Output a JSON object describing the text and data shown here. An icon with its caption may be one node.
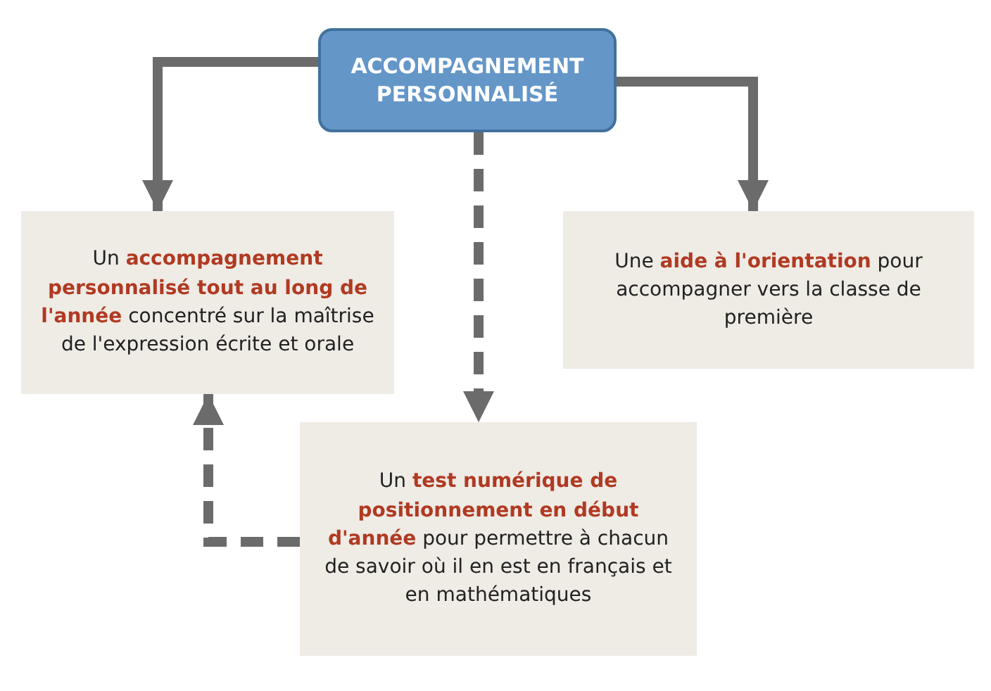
{
  "diagram": {
    "nodes": [
      {
        "text": [
          "ACCOMPAGNEMENT PERSONNALISÉ"
        ]
      },
      {
        "text": [
          "Un **accompagnement personnalisé tout au long de l'année** concentré sur la maîtrise de l'expression écrite et orale"
        ]
      },
      {
        "text": [
          "Une **aide à l'orientation** pour accompagner vers la classe de première"
        ]
      },
      {
        "text": [
          "Un **test numérique de positionnement en début d'année** pour permettre à chacun de savoir où il en est en français et en mathématiques"
        ]
      }
    ],
    "edges": [
      {
        "from": 0,
        "to": 1,
        "arrow": "to"
      },
      {
        "from": 0,
        "to": 2,
        "arrow": "to"
      },
      {
        "from": 0,
        "to": 3,
        "arrow": "to",
        "style": "dashed"
      },
      {
        "from": 3,
        "to": 1,
        "arrow": "to",
        "style": "dashed"
      }
    ]
  }
}
